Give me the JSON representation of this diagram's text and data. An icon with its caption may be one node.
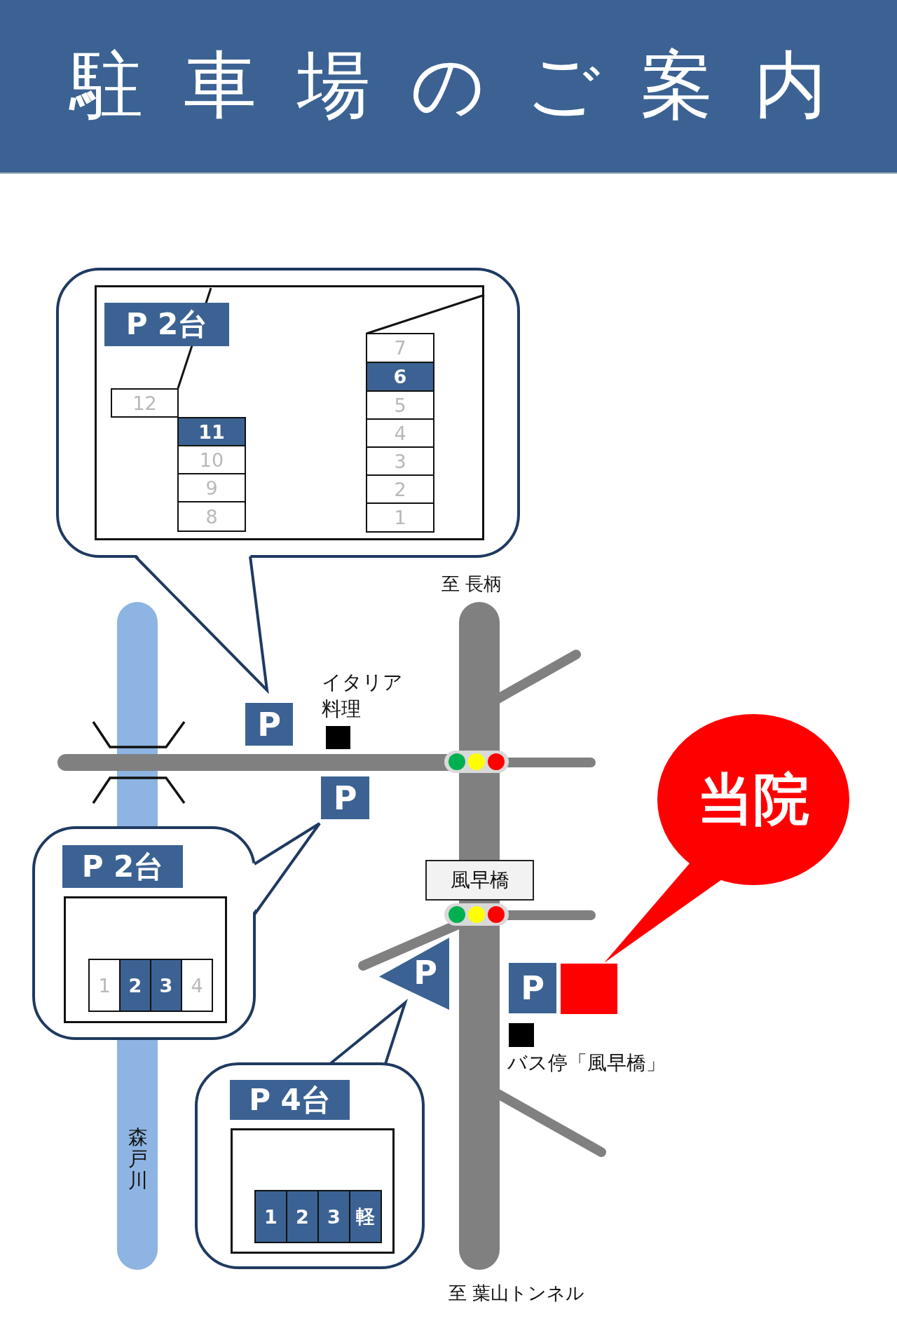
{
  "diagram": {
    "title": "駐車場のご案内",
    "nodes": [
      {
        "text": [],
        "shape": "callout"
      },
      {
        "text": [],
        "shape": "box",
        "in": 0
      },
      {
        "text": [
          "P 2台"
        ],
        "in": 1
      },
      {
        "text": [
          "12"
        ],
        "in": 1
      },
      {
        "text": [
          "11"
        ],
        "in": 1
      },
      {
        "text": [
          "10"
        ],
        "in": 1
      },
      {
        "text": [
          "9"
        ],
        "in": 1
      },
      {
        "text": [
          "8"
        ],
        "in": 1
      },
      {
        "text": [
          "7"
        ],
        "in": 1
      },
      {
        "text": [
          "6"
        ],
        "in": 1
      },
      {
        "text": [
          "5"
        ],
        "in": 1
      },
      {
        "text": [
          "4"
        ],
        "in": 1
      },
      {
        "text": [
          "3"
        ],
        "in": 1
      },
      {
        "text": [
          "2"
        ],
        "in": 1
      },
      {
        "text": [
          "1"
        ],
        "in": 1
      },
      {
        "text": [
          "P"
        ]
      },
      {
        "text": [],
        "shape": "box",
        "beside": [
          "イタリア料理"
        ]
      },
      {
        "text": [
          "P"
        ]
      },
      {
        "text": [
          "風早橋"
        ]
      },
      {
        "text": [
          "P"
        ]
      },
      {
        "text": [
          "P"
        ]
      },
      {
        "text": [],
        "shape": "box"
      },
      {
        "text": [],
        "shape": "box",
        "beside": [
          "バス停「風早橋」"
        ]
      },
      {
        "text": [
          "当院"
        ]
      },
      {
        "text": [],
        "shape": "callout"
      },
      {
        "text": [],
        "shape": "box",
        "in": 24
      },
      {
        "text": [
          "P 2台"
        ],
        "in": 24
      },
      {
        "text": [
          "1"
        ],
        "in": 25
      },
      {
        "text": [
          "2"
        ],
        "in": 25
      },
      {
        "text": [
          "3"
        ],
        "in": 25
      },
      {
        "text": [
          "4"
        ],
        "in": 25
      },
      {
        "text": [],
        "shape": "callout"
      },
      {
        "text": [],
        "shape": "box",
        "in": 31
      },
      {
        "text": [
          "P 4台"
        ],
        "in": 31
      },
      {
        "text": [
          "1"
        ],
        "in": 32
      },
      {
        "text": [
          "2"
        ],
        "in": 32
      },
      {
        "text": [
          "3"
        ],
        "in": 32
      },
      {
        "text": [
          "軽"
        ],
        "in": 32
      }
    ],
    "labels": [
      "至 長柄",
      "森戸川",
      "至 葉山トンネル"
    ]
  }
}
